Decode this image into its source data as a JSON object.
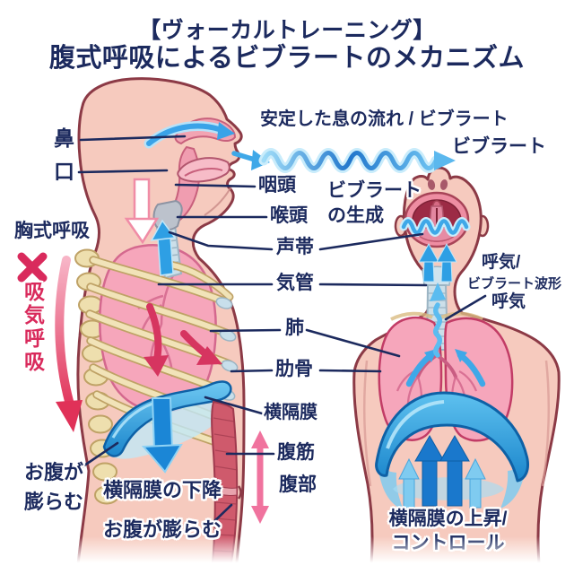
{
  "title": {
    "line1": "【ヴォーカルトレーニング】",
    "line2": "腹式呼吸によるビブラートのメカニズム"
  },
  "breath_flow": {
    "label": "安定した息の流れ / ビブラート",
    "vibrato_result": "ビブラート"
  },
  "anatomy_labels": {
    "nose": "鼻",
    "mouth": "口",
    "pharynx": "咽頭",
    "larynx": "喉頭",
    "vocal_cords": "声帯",
    "trachea": "気管",
    "lung": "肺",
    "ribs": "肋骨",
    "diaphragm": "横隔膜",
    "abdominal_muscles": "腹筋",
    "abdomen": "腹部"
  },
  "left_figure": {
    "chest_breathing": "胸式呼吸",
    "x_mark": "✕",
    "inhalation_vertical": "吸気呼吸",
    "belly_expands_line1": "お腹が",
    "belly_expands_line2": "膨らむ",
    "diaphragm_descent": "横隔膜の下降",
    "belly_expands_bottom": "お腹が膨らむ"
  },
  "right_figure": {
    "vibrato_generation_line1": "ビブラート",
    "vibrato_generation_line2": "の生成",
    "exhalation_top": "呼気/",
    "vibrato_waveform": "ビブラート波形",
    "exhalation_bottom": "呼気",
    "diaphragm_rise_line1": "横隔膜の上昇/",
    "diaphragm_rise_line2": "コントロール"
  },
  "colors": {
    "navy": "#1c2a5e",
    "accent_red": "#d92a5c",
    "arrow_blue": "#2e9fe4",
    "diaphragm_blue": "#1f8fd6",
    "skin": "#f6cabe",
    "lung_pink": "#f6a6bb",
    "bone_tan": "#f0e2b6"
  }
}
